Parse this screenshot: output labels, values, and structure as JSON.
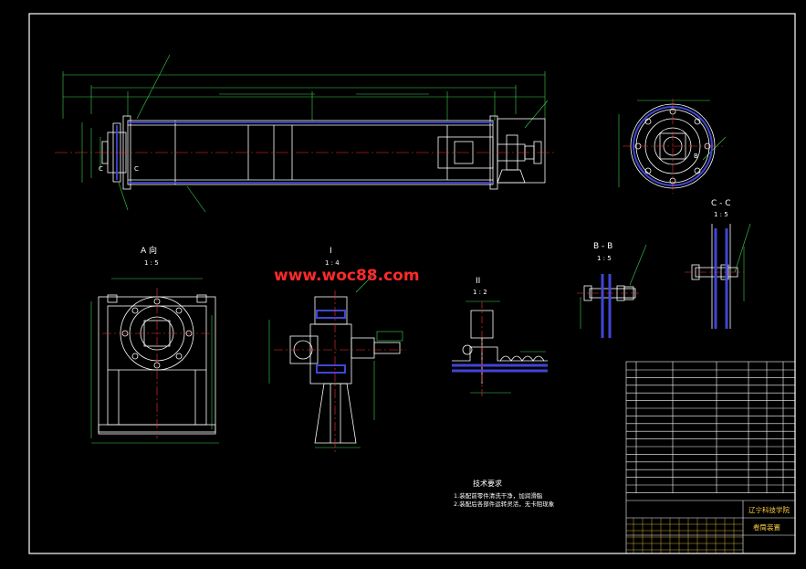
{
  "views": {
    "view_a": {
      "title": "A 向",
      "scale": "1 : 5"
    },
    "view_i": {
      "title": "I",
      "scale": "1 : 4"
    },
    "view_ii": {
      "title": "II",
      "scale": "1 : 2"
    },
    "view_bb": {
      "title": "B - B",
      "scale": "1 : 5"
    },
    "view_cc": {
      "title": "C - C",
      "scale": "1 : 5"
    }
  },
  "section_marks": {
    "c_left": "C",
    "c_right": "C",
    "b": "B"
  },
  "watermark": "www.woc88.com",
  "technical_requirements": {
    "title": "技术要求",
    "lines": [
      "1.装配前零件清洗干净，加润滑脂",
      "2.装配后各部件运转灵活，无卡阻现象"
    ]
  },
  "title_block": {
    "school": "辽宁科技学院",
    "drawing_name": "卷筒装置"
  },
  "colors": {
    "background": "#000000",
    "outline": "#ffffff",
    "centerline": "#ff2d2d",
    "dimension": "#39d353",
    "section_fill": "#3f46d6",
    "title_block_text": "#ffd23f"
  }
}
